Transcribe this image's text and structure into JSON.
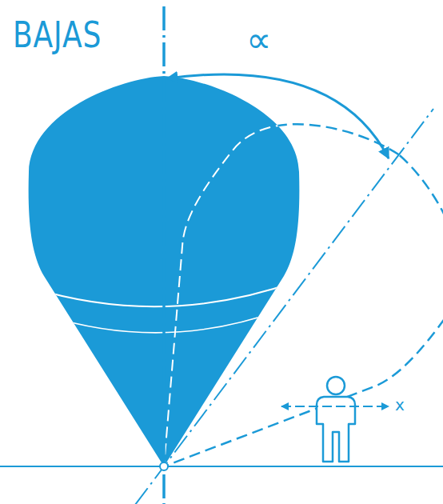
{
  "diagram": {
    "title": "BAJAS",
    "labels": [
      "∝",
      "x"
    ]
  }
}
